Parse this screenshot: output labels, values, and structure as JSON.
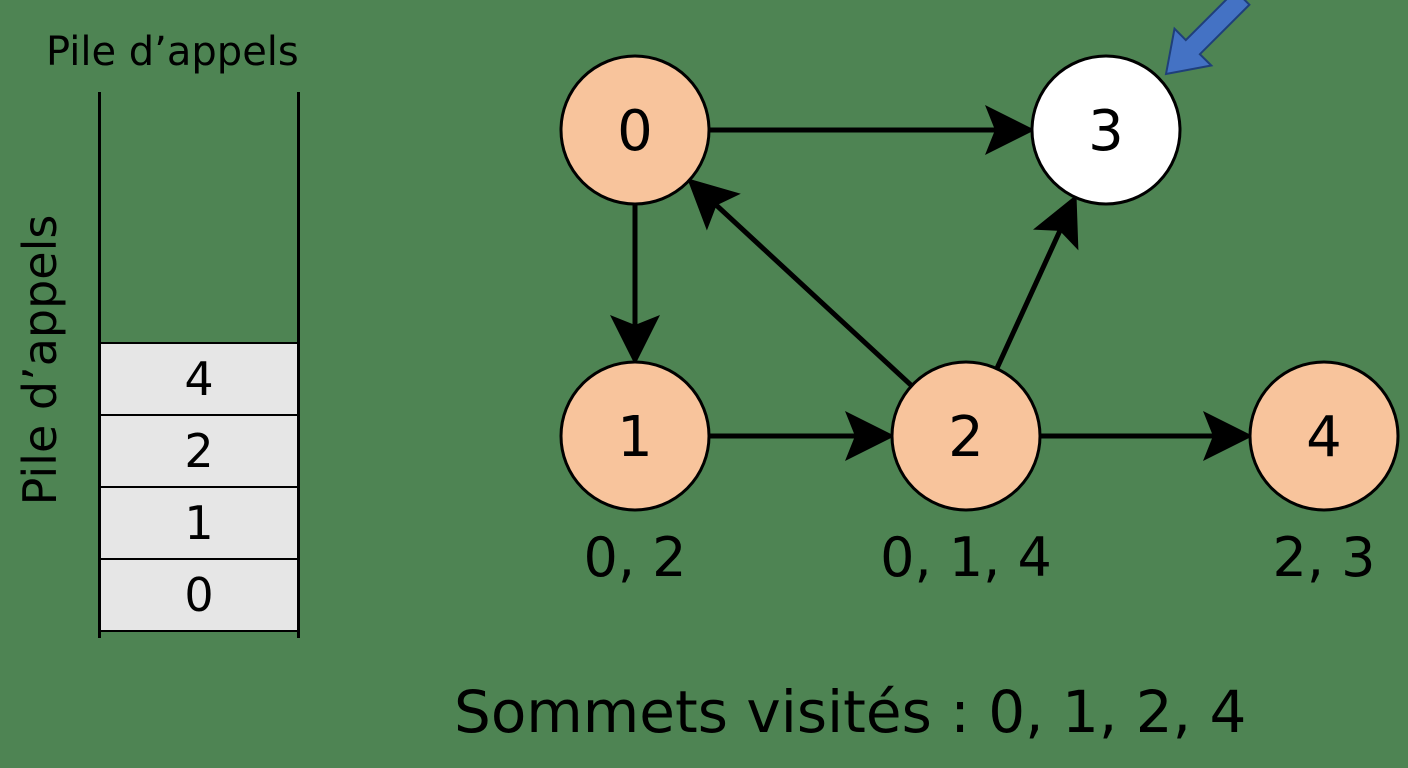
{
  "stack": {
    "title": "Pile d’appels",
    "side_label": "Pile d’appels",
    "frames": [
      "4",
      "2",
      "1",
      "0"
    ]
  },
  "graph": {
    "nodes": [
      {
        "id": "0",
        "label": "0",
        "state": "visited",
        "adjacency": ""
      },
      {
        "id": "1",
        "label": "1",
        "state": "visited",
        "adjacency": "0, 2"
      },
      {
        "id": "2",
        "label": "2",
        "state": "visited",
        "adjacency": "0, 1, 4"
      },
      {
        "id": "3",
        "label": "3",
        "state": "current",
        "adjacency": ""
      },
      {
        "id": "4",
        "label": "4",
        "state": "visited",
        "adjacency": "2, 3"
      }
    ],
    "edges": [
      {
        "from": "0",
        "to": "3"
      },
      {
        "from": "0",
        "to": "1"
      },
      {
        "from": "2",
        "to": "0"
      },
      {
        "from": "2",
        "to": "3"
      },
      {
        "from": "1",
        "to": "2"
      },
      {
        "from": "2",
        "to": "4"
      }
    ],
    "pointer_target": "3"
  },
  "visited": {
    "text": "Sommets visités : 0, 1, 2, 4"
  },
  "colors": {
    "background": "#4e8453",
    "visited_node": "#f8c49c",
    "current_node": "#ffffff",
    "pointer_arrow": "#4472c4",
    "stack_cell": "#e6e6e6"
  }
}
